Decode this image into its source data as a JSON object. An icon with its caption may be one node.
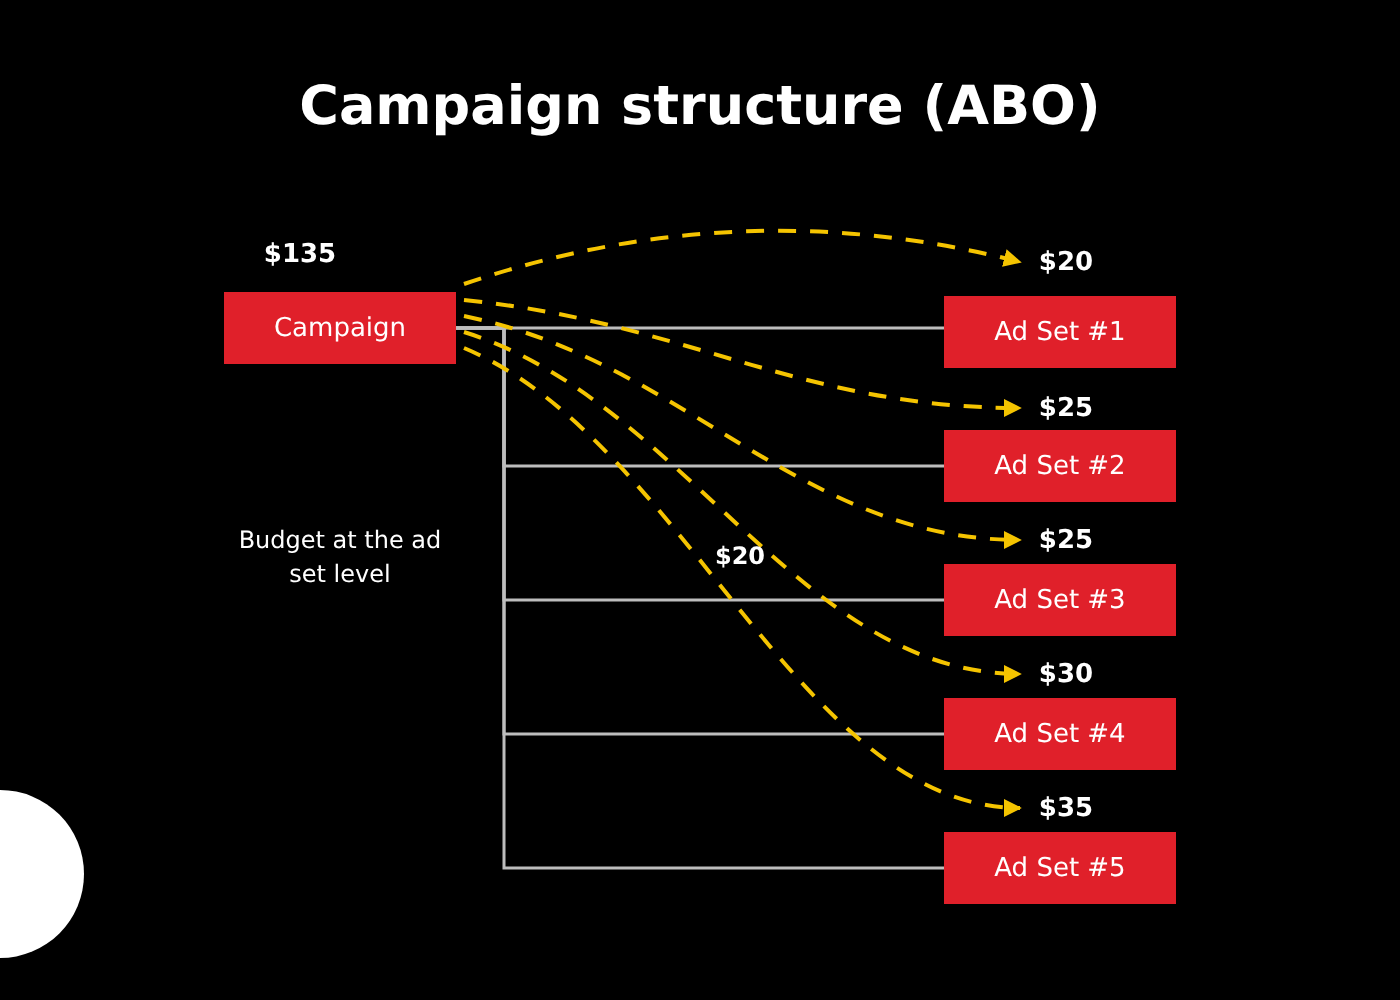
{
  "diagram": {
    "title": "Campaign structure (ABO)",
    "nodes": [
      {
        "text": [
          "Campaign"
        ],
        "beside": [
          "$135"
        ]
      },
      {
        "text": [
          "$20"
        ]
      },
      {
        "text": [
          "Ad Set #1"
        ]
      },
      {
        "text": [
          "$25"
        ]
      },
      {
        "text": [
          "Ad Set #2"
        ]
      },
      {
        "text": [
          "$25"
        ]
      },
      {
        "text": [
          "Ad Set #3"
        ]
      },
      {
        "text": [
          "$30"
        ]
      },
      {
        "text": [
          "Ad Set #4"
        ]
      },
      {
        "text": [
          "$35"
        ]
      },
      {
        "text": [
          "Ad Set #5"
        ]
      }
    ],
    "edges": [
      {
        "from": 0,
        "to": 2,
        "arrow": "none"
      },
      {
        "from": 0,
        "to": 4,
        "arrow": "none"
      },
      {
        "from": 0,
        "to": 6,
        "arrow": "none"
      },
      {
        "from": 0,
        "to": 8,
        "arrow": "none"
      },
      {
        "from": 0,
        "to": 10,
        "arrow": "none"
      },
      {
        "from": 0,
        "to": 1,
        "arrow": "to",
        "style": "dashed",
        "color": "#f5c400"
      },
      {
        "from": 0,
        "to": 3,
        "arrow": "to",
        "style": "dashed",
        "color": "#f5c400"
      },
      {
        "from": 0,
        "to": 5,
        "arrow": "to",
        "style": "dashed",
        "color": "#f5c400"
      },
      {
        "from": 0,
        "to": 7,
        "arrow": "to",
        "style": "dashed",
        "color": "#f5c400"
      },
      {
        "from": 0,
        "to": 9,
        "arrow": "to",
        "style": "dashed",
        "color": "#f5c400"
      }
    ],
    "labels": [
      "Budget at the ad set level",
      "$20"
    ]
  }
}
